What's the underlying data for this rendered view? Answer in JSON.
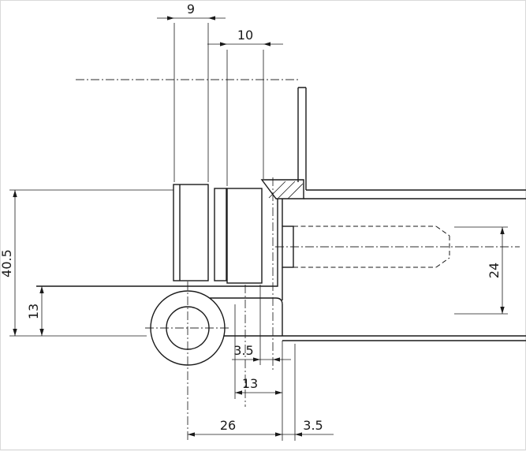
{
  "meta": {
    "type": "technical-drawing",
    "subject": "door-hinge-cross-section"
  },
  "colors": {
    "background": "#ffffff",
    "line": "#1a1a1a",
    "centerline": "#2e2e2e",
    "border": "#d9d9d9"
  },
  "dimensions": {
    "leaf_width_top": "9",
    "leaf_width_inner": "10",
    "overall_height": "40.5",
    "flap_offset": "13",
    "frame_depth": "24",
    "pin_to_edge": "3.5",
    "edge_to_frame": "13",
    "knuckle_center_to_frame": "26",
    "rebate_gap": "3.5"
  }
}
